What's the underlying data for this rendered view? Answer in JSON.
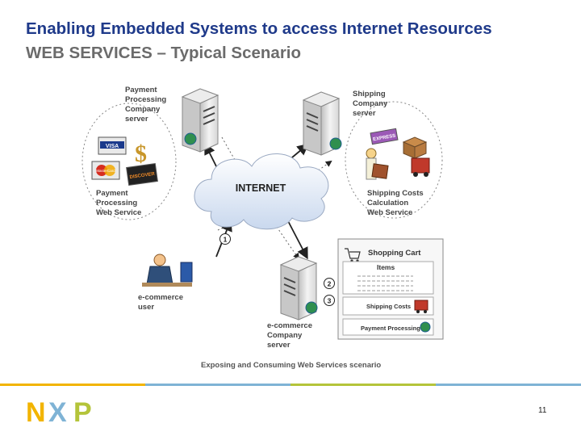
{
  "slide": {
    "title": "Enabling Embedded Systems to access Internet Resources",
    "subtitle": "WEB SERVICES – Typical Scenario",
    "page_number": "11"
  },
  "diagram": {
    "payment_server_label": [
      "Payment",
      "Processing",
      "Company",
      "server"
    ],
    "payment_service_label": [
      "Payment",
      "Processing",
      "Web Service"
    ],
    "shipping_server_label": [
      "Shipping",
      "Company",
      "server"
    ],
    "shipping_service_label": [
      "Shipping Costs",
      "Calculation",
      "Web Service"
    ],
    "internet_label": "INTERNET",
    "user_label": [
      "e-commerce",
      "user"
    ],
    "ecommerce_server_label": [
      "e-commerce",
      "Company",
      "server"
    ],
    "step_labels": [
      "1",
      "2",
      "3"
    ],
    "card_labels": [
      "VISA",
      "MasterCard",
      "DISCOVER"
    ],
    "box_label": "EXPRESS",
    "shopping_cart": {
      "title": "Shopping Cart",
      "items_label": "Items",
      "shipping_costs_label": "Shipping Costs",
      "payment_processing_label": "Payment Processing"
    },
    "caption": "Exposing and Consuming Web Services scenario"
  },
  "colors": {
    "title": "#1f3a8a",
    "subtitle": "#6b6b6b",
    "nxp_n": "#f2b400",
    "nxp_x": "#7fb3d5",
    "nxp_p": "#b4c43a"
  },
  "logo": {
    "letters": [
      "N",
      "X",
      "P"
    ]
  }
}
